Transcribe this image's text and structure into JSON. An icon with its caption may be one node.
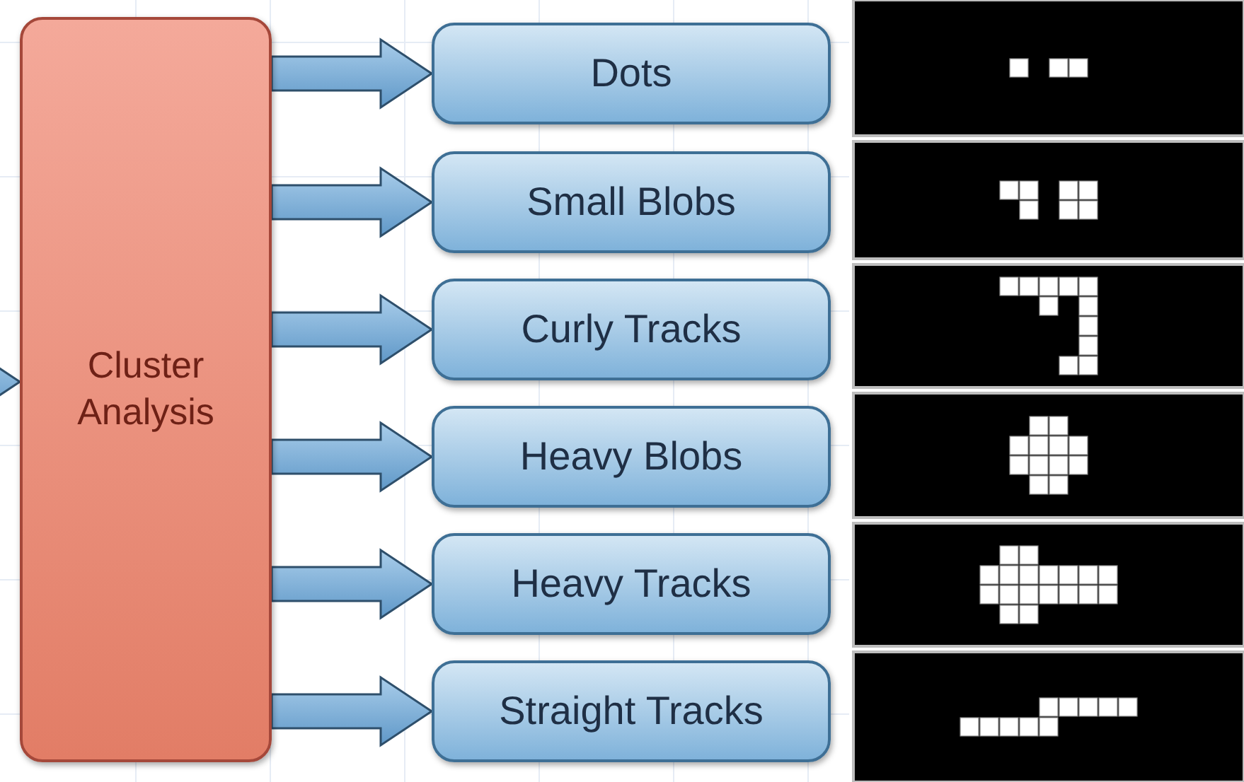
{
  "diagram": {
    "nodes": [
      {
        "text": [
          "Cluster Analysis"
        ]
      },
      {
        "text": [
          "Dots"
        ]
      },
      {
        "text": [
          "Small Blobs"
        ]
      },
      {
        "text": [
          "Curly Tracks"
        ]
      },
      {
        "text": [
          "Heavy Blobs"
        ]
      },
      {
        "text": [
          "Heavy Tracks"
        ]
      },
      {
        "text": [
          "Straight Tracks"
        ]
      }
    ],
    "edges": [
      {
        "from": null,
        "to": 0,
        "arrow": "to"
      },
      {
        "from": 0,
        "to": 1,
        "arrow": "to"
      },
      {
        "from": 0,
        "to": 2,
        "arrow": "to"
      },
      {
        "from": 0,
        "to": 3,
        "arrow": "to"
      },
      {
        "from": 0,
        "to": 4,
        "arrow": "to"
      },
      {
        "from": 0,
        "to": 5,
        "arrow": "to"
      },
      {
        "from": 0,
        "to": 6,
        "arrow": "to"
      }
    ]
  }
}
